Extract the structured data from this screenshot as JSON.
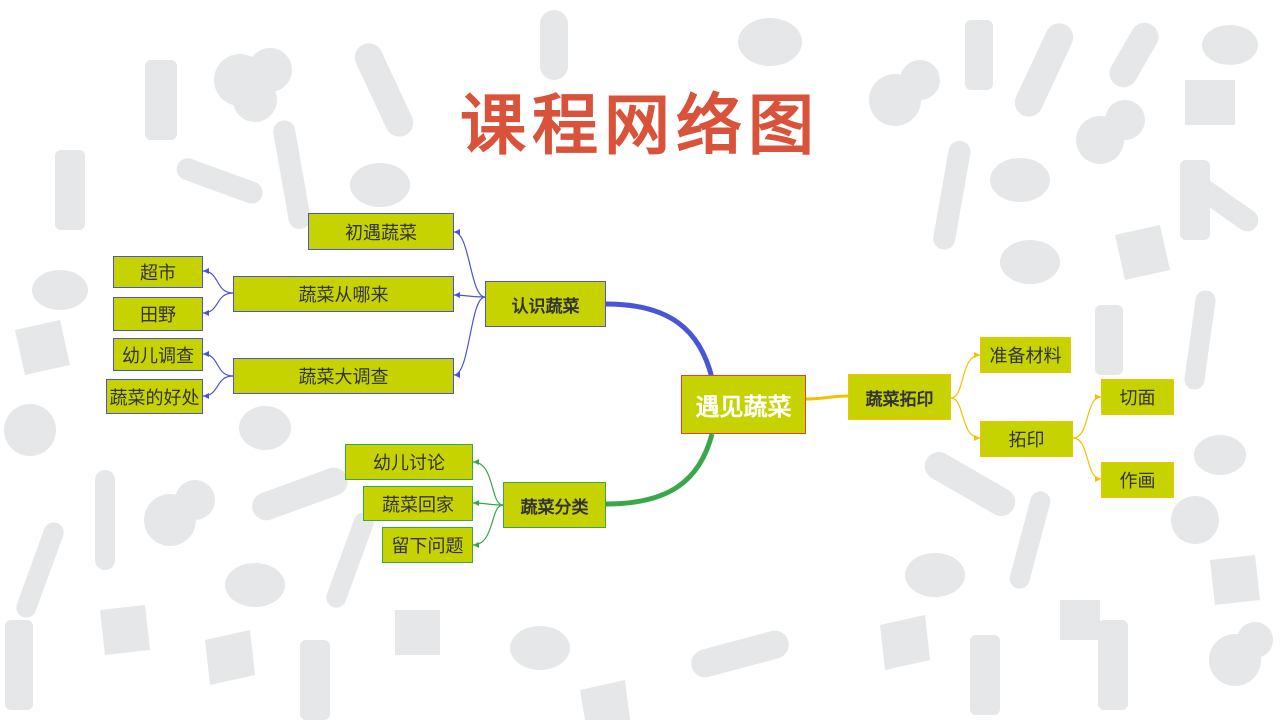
{
  "title": "课程网络图",
  "colors": {
    "node_fill": "#c7d300",
    "title": "#d9533a",
    "branch_blue": "#4a54d6",
    "branch_green": "#3aa84a",
    "branch_gold": "#f2c200",
    "background_icons": "#e6e7e8"
  },
  "center": {
    "label": "遇见蔬菜"
  },
  "branches": {
    "recognize": {
      "label": "认识蔬菜",
      "items": [
        "初遇蔬菜",
        "蔬菜从哪来",
        "蔬菜大调查"
      ],
      "from_where_children": [
        "超市",
        "田野"
      ],
      "survey_children": [
        "幼儿调查",
        "蔬菜的好处"
      ]
    },
    "classify": {
      "label": "蔬菜分类",
      "items": [
        "幼儿讨论",
        "蔬菜回家",
        "留下问题"
      ]
    },
    "print": {
      "label": "蔬菜拓印",
      "items": [
        "准备材料",
        "拓印"
      ],
      "print_children": [
        "切面",
        "作画"
      ]
    }
  }
}
